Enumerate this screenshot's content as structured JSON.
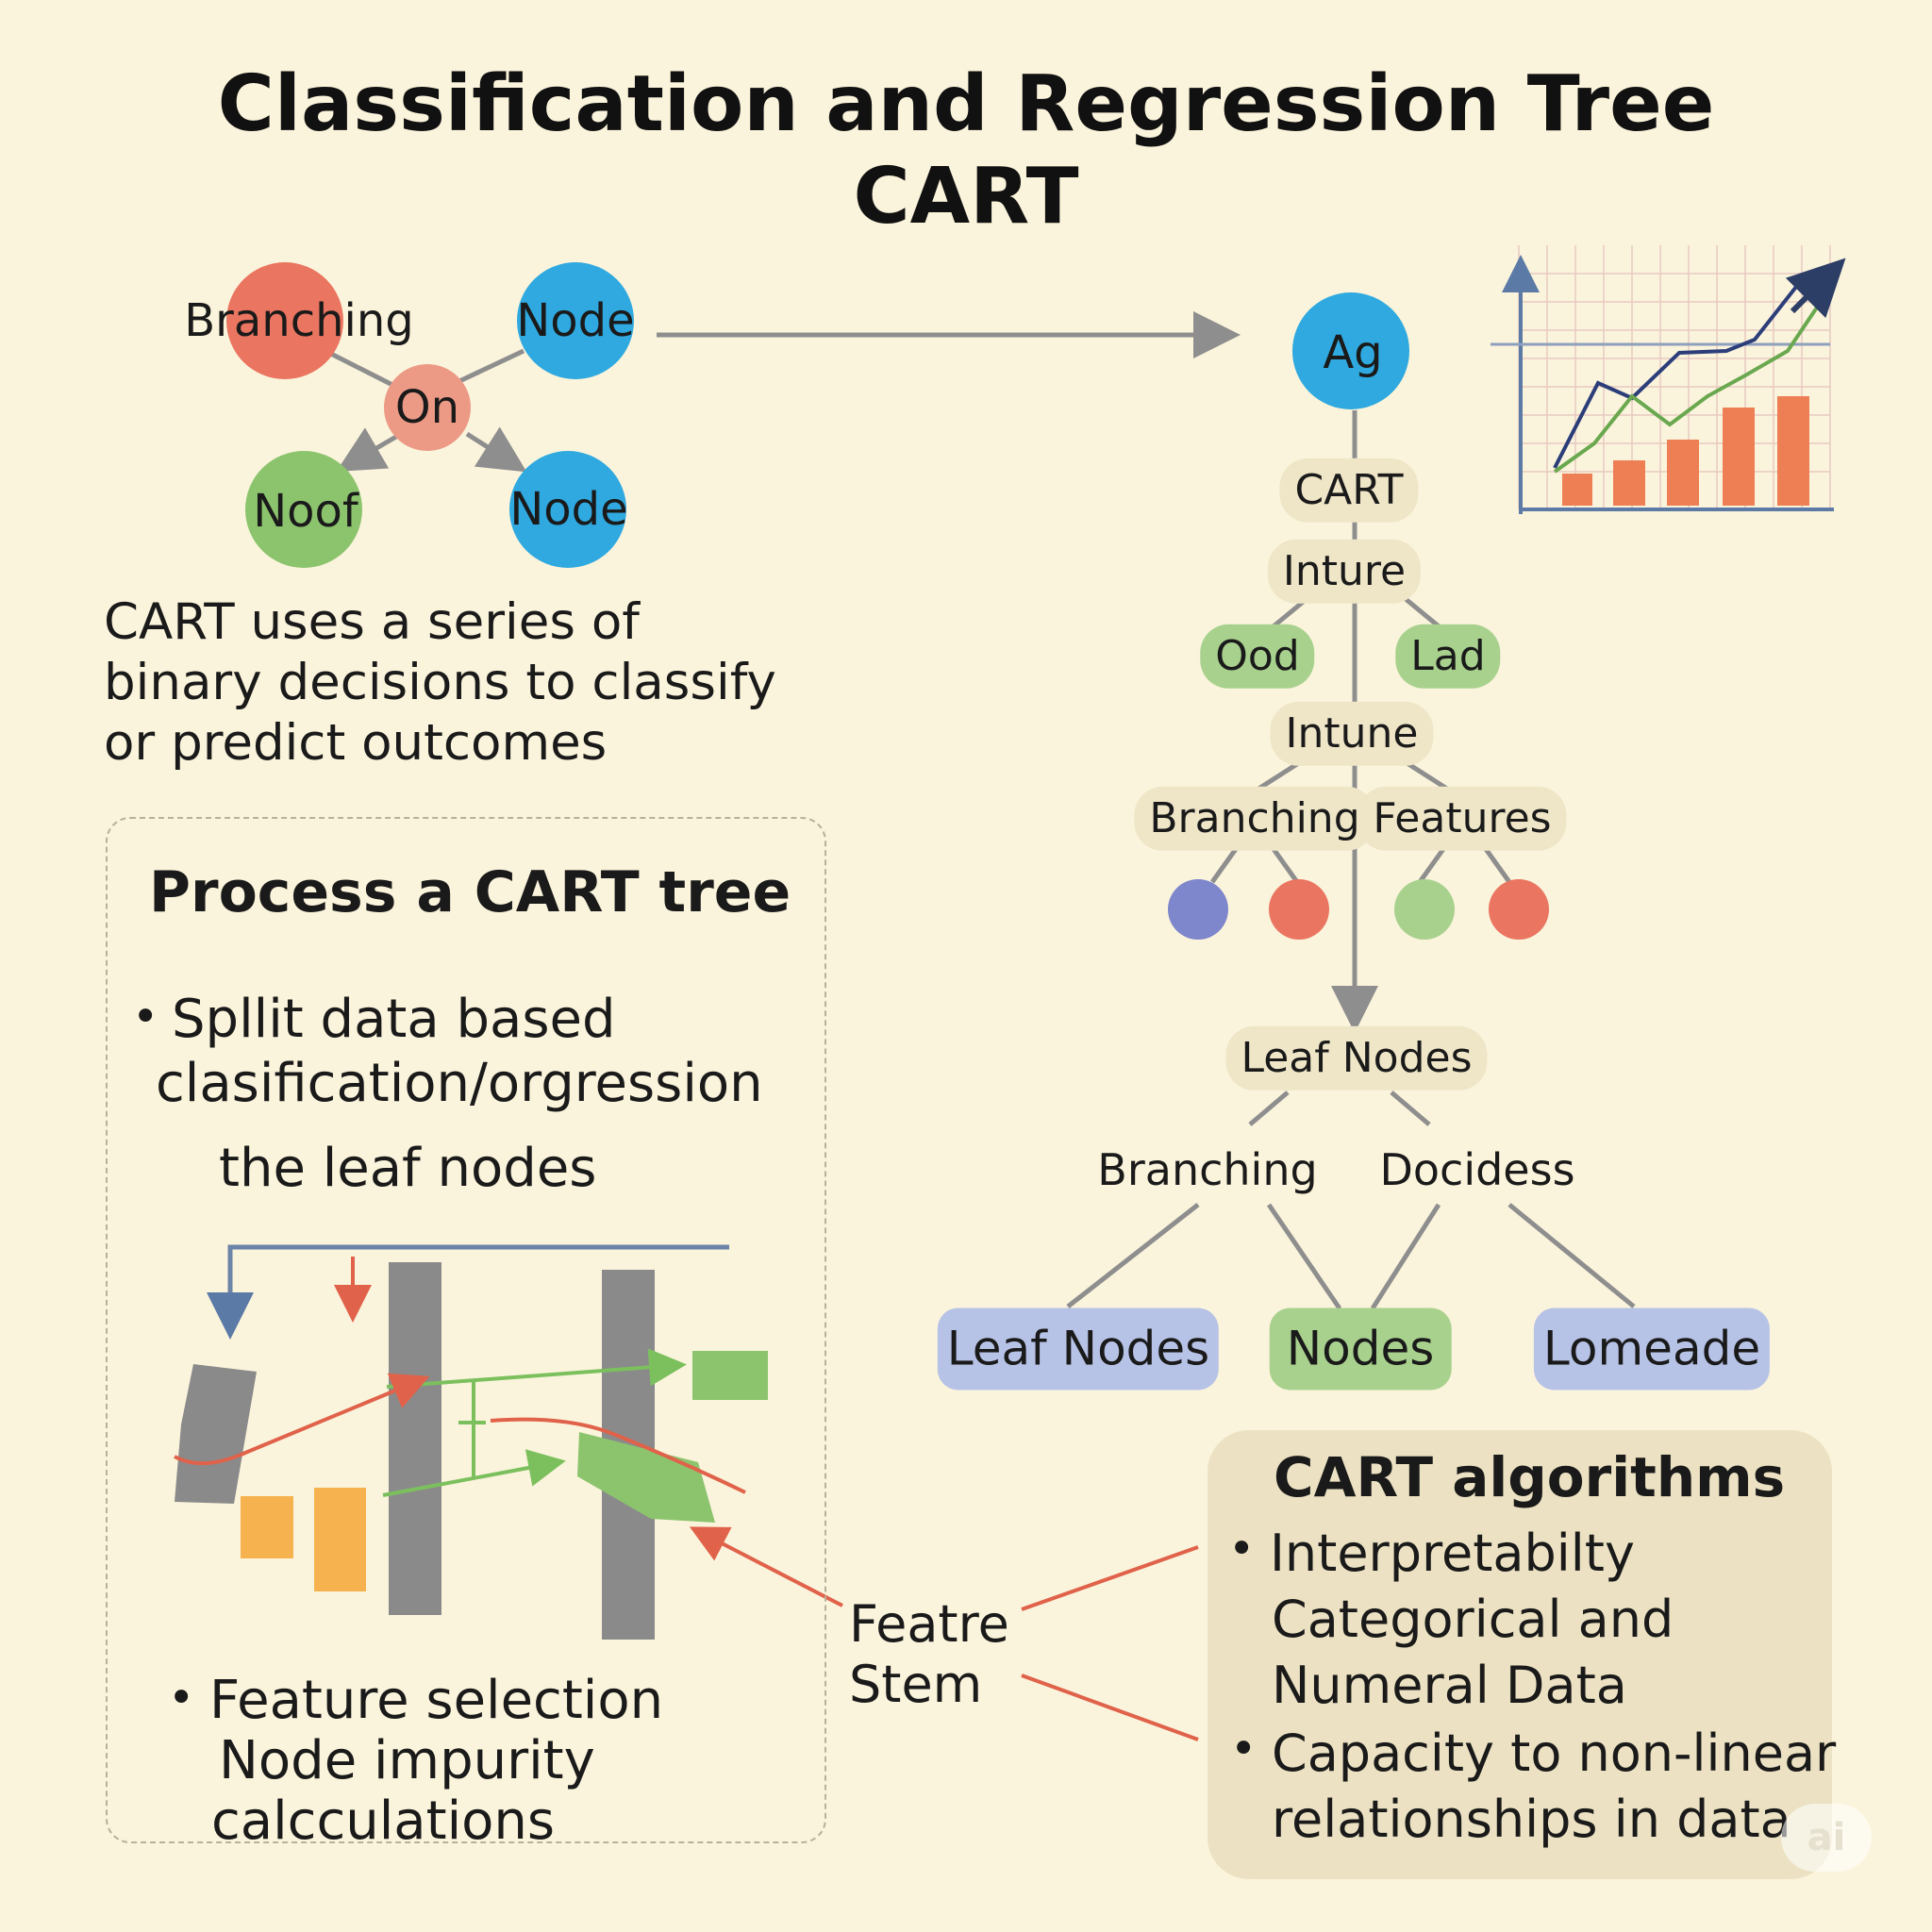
{
  "title": {
    "line1": "Classification and Regression Tree",
    "line2": "CART"
  },
  "left_tree": {
    "top_left": "Branching",
    "top_right": "Node",
    "center": "On",
    "bottom_left": "Noof",
    "bottom_right": "Node"
  },
  "description": "CART uses a series of binary decisions to classify or predict outcomes",
  "right_tree": {
    "root": "Ag",
    "level1": "CART",
    "level2": "Inture",
    "level3_left": "Ood",
    "level3_right": "Lad",
    "level4": "Intune",
    "level5_left": "Branching",
    "level5_right": "Features",
    "leaf_nodes_label": "Leaf Nodes",
    "split_left": "Branching",
    "split_right": "Docidess",
    "bottom": [
      "Leaf Nodes",
      "Nodes",
      "Lomeade"
    ]
  },
  "process": {
    "title": "Process a CART tree",
    "bullet1_line1": "Spllit data based",
    "bullet1_line2": "clasification/orgression",
    "bullet1_line3": "the leaf nodes",
    "bullet2_line1": "Feature selection",
    "bullet2_line2": "Node impurity",
    "bullet2_line3": "calcculations"
  },
  "feature_label": {
    "line1": "Featre",
    "line2": "Stem"
  },
  "algorithms": {
    "title": "CART algorithms",
    "item1_line1": "Interpretabilty",
    "item1_line2": "Categorical and",
    "item1_line3": "Numeral Data",
    "item2_line1": "Capacity to non-linear",
    "item2_line2": "relationships in data"
  },
  "watermark": "ai",
  "colors": {
    "background": "#fbf4dc",
    "red_node": "#ea7560",
    "blue_node": "#2fa9e0",
    "green_node": "#8cc46e",
    "pink_node": "#ec9a86",
    "purple_node": "#7e86cc",
    "orange_bar": "#ee7f55",
    "connector": "#8e8e8e",
    "red_arrow": "#e0624a",
    "green_arrow": "#7cc05e"
  }
}
